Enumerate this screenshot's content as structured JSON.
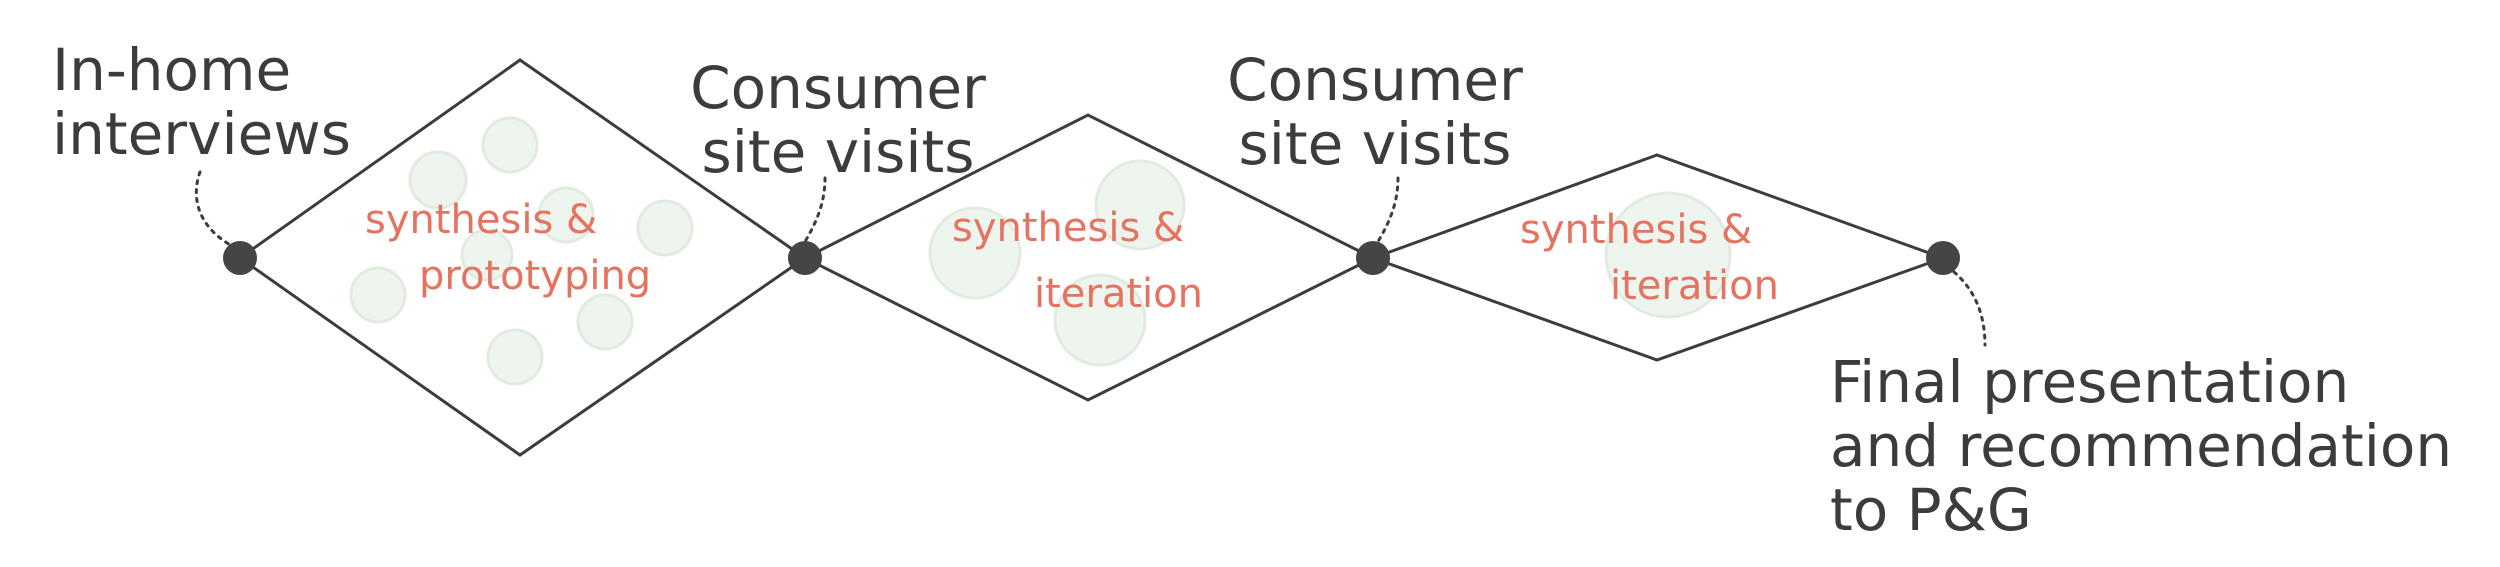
{
  "diagram": {
    "colors": {
      "outline": "#3c3c3c",
      "node": "#454545",
      "bubble_fill": "#eef5ee",
      "bubble_stroke": "#e2ebe2",
      "phase_text": "#e5735f",
      "label_text": "#3c3c3c"
    },
    "milestones": [
      {
        "id": "in-home-interviews",
        "lines": [
          "In-home",
          "interviews"
        ]
      },
      {
        "id": "consumer-site-visits-1",
        "lines": [
          "Consumer",
          "site visits"
        ]
      },
      {
        "id": "consumer-site-visits-2",
        "lines": [
          "Consumer",
          "site visits"
        ]
      },
      {
        "id": "final-presentation",
        "lines": [
          "Final presentation",
          "and recommendation",
          "to P&G"
        ]
      }
    ],
    "phases": [
      {
        "id": "phase-1",
        "lines": [
          "synthesis &",
          "prototyping"
        ]
      },
      {
        "id": "phase-2",
        "lines": [
          "synthesis &",
          "iteration"
        ]
      },
      {
        "id": "phase-3",
        "lines": [
          "synthesis &",
          "iteration"
        ]
      }
    ]
  }
}
